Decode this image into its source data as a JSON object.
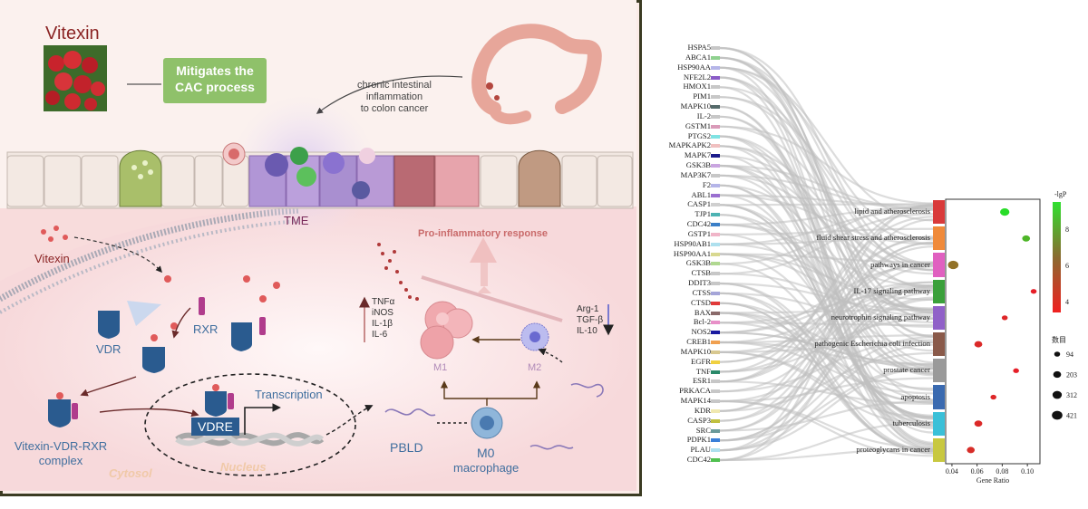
{
  "left": {
    "vitexin_title": "Vitexin",
    "mitigates": [
      "Mitigates the",
      "CAC process"
    ],
    "chronic": [
      "chronic intestinal",
      "inflammation",
      "to colon cancer"
    ],
    "tme": "TME",
    "vitexin_cell": "Vitexin",
    "vdr": "VDR",
    "rxr": "RXR",
    "complex": [
      "Vitexin-VDR-RXR",
      "complex"
    ],
    "cytosol": "Cytosol",
    "nucleus": "Nucleus",
    "vdre": "VDRE",
    "transcription": "Transcription",
    "pbld": "PBLD",
    "m0": "M0",
    "macrophage": "macrophage",
    "m1": "M1",
    "m2": "M2",
    "pro_inflammatory": "Pro-inflammatory response",
    "m1_markers": [
      "TNFα",
      "iNOS",
      "IL-1β",
      "IL-6"
    ],
    "m2_markers": [
      "Arg-1",
      "TGF-β",
      "IL-10"
    ]
  },
  "chart_data": {
    "type": "sankey-dotplot",
    "genes": [
      {
        "name": "HSPA5",
        "color": "#c7c7c7"
      },
      {
        "name": "ABCA1",
        "color": "#8fd18f"
      },
      {
        "name": "HSP90AA",
        "color": "#b5b5e8"
      },
      {
        "name": "NFE2L2",
        "color": "#8a5cc7"
      },
      {
        "name": "HMOX1",
        "color": "#c7c7c7"
      },
      {
        "name": "PIM1",
        "color": "#c7c7c7"
      },
      {
        "name": "MAPK10",
        "color": "#556b6b"
      },
      {
        "name": "IL-2",
        "color": "#c7c7c7"
      },
      {
        "name": "GSTM1",
        "color": "#d99ab8"
      },
      {
        "name": "PTGS2",
        "color": "#7fe3e3"
      },
      {
        "name": "MAPKAPK2",
        "color": "#f0c0c0"
      },
      {
        "name": "MAPK7",
        "color": "#1a1a8a"
      },
      {
        "name": "GSK3B",
        "color": "#c9a5e0"
      },
      {
        "name": "MAP3K7",
        "color": "#c7c7c7"
      },
      {
        "name": "F2",
        "color": "#b5b5e8"
      },
      {
        "name": "ABL1",
        "color": "#9a6fd0"
      },
      {
        "name": "CASP1",
        "color": "#cfcfcf"
      },
      {
        "name": "TJP1",
        "color": "#4db3b3"
      },
      {
        "name": "CDC42",
        "color": "#3a7fc7"
      },
      {
        "name": "GSTP1",
        "color": "#f0b5c8"
      },
      {
        "name": "HSP90AB1",
        "color": "#aee0ee"
      },
      {
        "name": "HSP90AA1",
        "color": "#d8d890"
      },
      {
        "name": "GSK3B",
        "color": "#b0d890"
      },
      {
        "name": "CTSB",
        "color": "#c7c7c7"
      },
      {
        "name": "DDIT3",
        "color": "#c7c7c7"
      },
      {
        "name": "CTSS",
        "color": "#a5a5d8"
      },
      {
        "name": "CTSD",
        "color": "#e03a3a"
      },
      {
        "name": "BAX",
        "color": "#8a6a6a"
      },
      {
        "name": "Bcl-2",
        "color": "#e890c8"
      },
      {
        "name": "NOS2",
        "color": "#1a1aa0"
      },
      {
        "name": "CREB1",
        "color": "#f0a050"
      },
      {
        "name": "MAPK10",
        "color": "#d8c890"
      },
      {
        "name": "EGFR",
        "color": "#f0d040"
      },
      {
        "name": "TNF",
        "color": "#2a8a6a"
      },
      {
        "name": "ESR1",
        "color": "#c7c7c7"
      },
      {
        "name": "PRKACA",
        "color": "#c7c7c7"
      },
      {
        "name": "MAPK14",
        "color": "#c7c7c7"
      },
      {
        "name": "KDR",
        "color": "#f0e8b0"
      },
      {
        "name": "CASP3",
        "color": "#c0c040"
      },
      {
        "name": "SRC",
        "color": "#6a9a9a"
      },
      {
        "name": "PDPK1",
        "color": "#3a7fd8"
      },
      {
        "name": "PLAU",
        "color": "#aee0ee"
      },
      {
        "name": "CDC42",
        "color": "#50c050"
      }
    ],
    "pathways": [
      {
        "name": "lipid and atherosclerosis",
        "color": "#d93a3a",
        "gene_ratio": 0.082,
        "size": 312,
        "lgp": 9.0
      },
      {
        "name": "fluid shear stress and atherosclerosis",
        "color": "#f08a3a",
        "gene_ratio": 0.099,
        "size": 203,
        "lgp": 8.0
      },
      {
        "name": "pathways in cancer",
        "color": "#e060c0",
        "gene_ratio": 0.041,
        "size": 421,
        "lgp": 6.2
      },
      {
        "name": "IL-17 signaling pathway",
        "color": "#3aa03a",
        "gene_ratio": 0.105,
        "size": 94,
        "lgp": 4.0
      },
      {
        "name": "neurotrophin signaling pathway",
        "color": "#9060c8",
        "gene_ratio": 0.082,
        "size": 94,
        "lgp": 4.2
      },
      {
        "name": "pathogenic Escherichia coli infection",
        "color": "#8a5a4a",
        "gene_ratio": 0.061,
        "size": 203,
        "lgp": 4.3
      },
      {
        "name": "prostate cancer",
        "color": "#9a9a9a",
        "gene_ratio": 0.091,
        "size": 94,
        "lgp": 4.0
      },
      {
        "name": "apoptosis",
        "color": "#3a6ab0",
        "gene_ratio": 0.073,
        "size": 94,
        "lgp": 4.2
      },
      {
        "name": "tuberculosis",
        "color": "#3ac0d8",
        "gene_ratio": 0.061,
        "size": 203,
        "lgp": 4.3
      },
      {
        "name": "proteoglycans in cancer",
        "color": "#c8c840",
        "gene_ratio": 0.055,
        "size": 203,
        "lgp": 4.4
      }
    ],
    "xlabel": "Gene Ratio",
    "xticks": [
      "0.04",
      "0.06",
      "0.08",
      "0.10"
    ],
    "xlim": [
      0.035,
      0.11
    ],
    "color_legend_title": "-lgP",
    "color_ticks": [
      "8",
      "6",
      "4"
    ],
    "size_legend_title": "数目",
    "size_ticks": [
      "94",
      "203",
      "312",
      "421"
    ]
  }
}
